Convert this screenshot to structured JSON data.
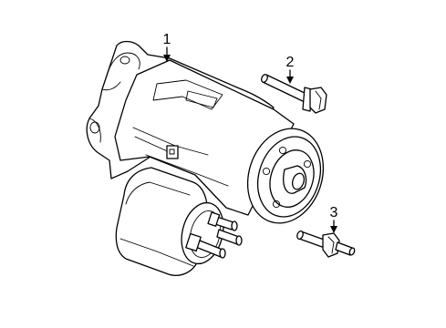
{
  "diagram": {
    "callouts": [
      {
        "label": "1",
        "part": "starter-motor"
      },
      {
        "label": "2",
        "part": "mounting-bolt"
      },
      {
        "label": "3",
        "part": "mounting-stud"
      }
    ],
    "colors": {
      "line": "#000000",
      "background": "#ffffff"
    }
  }
}
